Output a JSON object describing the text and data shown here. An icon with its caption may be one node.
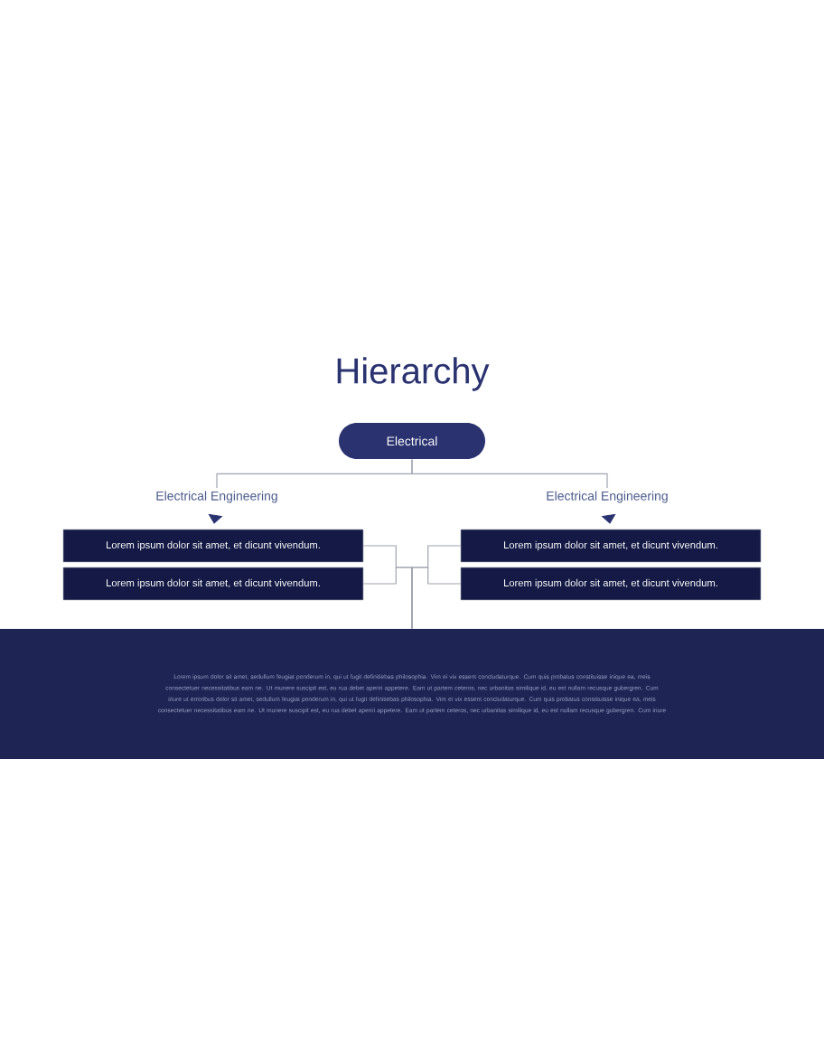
{
  "diagram": {
    "title": "Hierarchy",
    "nodes": [
      {
        "text": [
          "Electrical"
        ]
      },
      {
        "text": [
          "Electrical Engineering"
        ]
      },
      {
        "text": [
          "Electrical Engineering"
        ]
      },
      {
        "text": [
          "Lorem ipsum dolor sit amet, et dicunt vivendum."
        ]
      },
      {
        "text": [
          "Lorem ipsum dolor sit amet, et dicunt vivendum."
        ]
      },
      {
        "text": [
          "Lorem ipsum dolor sit amet, et dicunt vivendum."
        ]
      },
      {
        "text": [
          "Lorem ipsum dolor sit amet, et dicunt vivendum."
        ]
      },
      {
        "text": [
          "Lorem ipsum dolor sit amet, sedullum feugiat ponderum in, qui ut fugit definitiebas philosophia. Vim ei vix essent concludaturque. Cum quis probatus constituisse inique ea, meis consectetuer necessitatibus eam ne. Ut munere suscipit est, eu rua debet aperiri appetere. Eam ut partem ceteros, nec urbanitas similique id, eu est nullam recusque gubergren. Cum iriure ut erroribus dolor sit amet, sedullum feugiat ponderum in, qui ut fugit definitiebas philosophia. Vim ei vix essent concludaturque. Cum quis probatus constituisse inique ea, meis consectetuer necessitatibus eam ne. Ut munere suscipit est, eu rua debet aperiri appetere. Eam ut partem ceteros, nec urbanitas similique id, eu est nullam recusque gubergren. Cum iriure"
        ]
      }
    ],
    "edges": [
      {
        "from": 0,
        "to": 1,
        "arrow": "none"
      },
      {
        "from": 0,
        "to": 2,
        "arrow": "none"
      },
      {
        "from": 1,
        "to": 3,
        "arrow": "to",
        "color": "#2a3270"
      },
      {
        "from": 2,
        "to": 5,
        "arrow": "to",
        "color": "#2a3270"
      },
      {
        "from": 3,
        "to": 7,
        "arrow": "none"
      },
      {
        "from": 4,
        "to": 7,
        "arrow": "none"
      },
      {
        "from": 5,
        "to": 7,
        "arrow": "none"
      },
      {
        "from": 6,
        "to": 7,
        "arrow": "none"
      }
    ]
  }
}
